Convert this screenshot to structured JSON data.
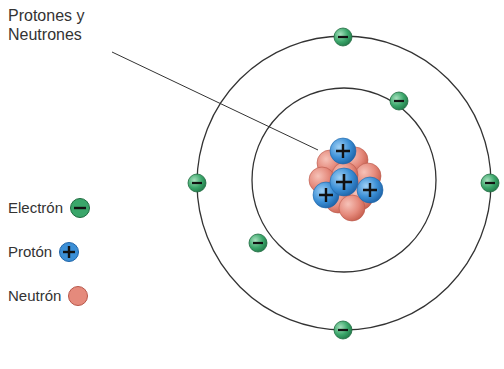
{
  "diagram": {
    "labels": [
      "Protones y Neutrones"
    ],
    "legend": [
      {
        "text": "Electrón",
        "color": "#3aa66a"
      },
      {
        "text": "Protón",
        "color": "#3b8fd6"
      },
      {
        "text": "Neutrón",
        "color": "#e58a7c"
      }
    ]
  }
}
